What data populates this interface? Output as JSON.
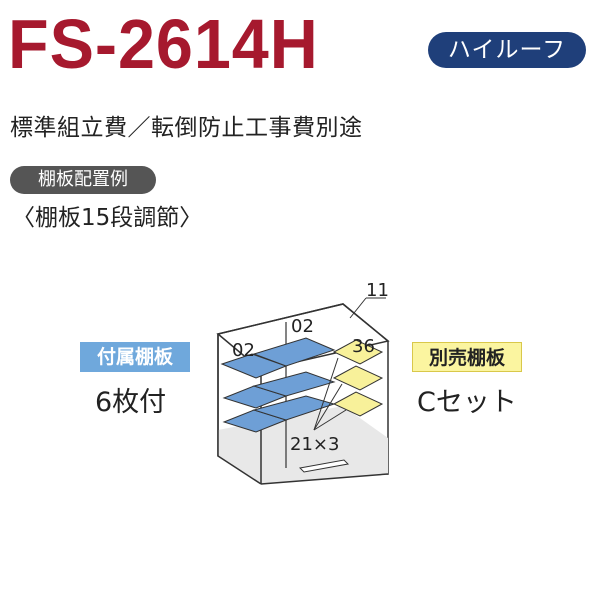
{
  "header": {
    "model": "FS-2614H",
    "roof_badge": "ハイルーフ",
    "subtitle": "標準組立費／転倒防止工事費別途"
  },
  "section": {
    "pill": "棚板配置例",
    "adjust_note": "〈棚板15段調節〉"
  },
  "labels": {
    "included_badge": "付属棚板",
    "included_count": "6枚付",
    "sold_badge": "別売棚板",
    "sold_set": "Cセット"
  },
  "diagram": {
    "n_02_left": "02",
    "n_02_mid": "02",
    "n_11": "11",
    "n_36": "36",
    "n_21x3": "21×3"
  },
  "colors": {
    "model_red": "#a6192e",
    "roof_navy": "#1f3f7a",
    "pill_gray": "#555555",
    "included_blue": "#6fa8dc",
    "sold_yellow": "#fbf5a0",
    "shelf_blue": "#6e9fd6",
    "shelf_yellow": "#f8f19a"
  }
}
